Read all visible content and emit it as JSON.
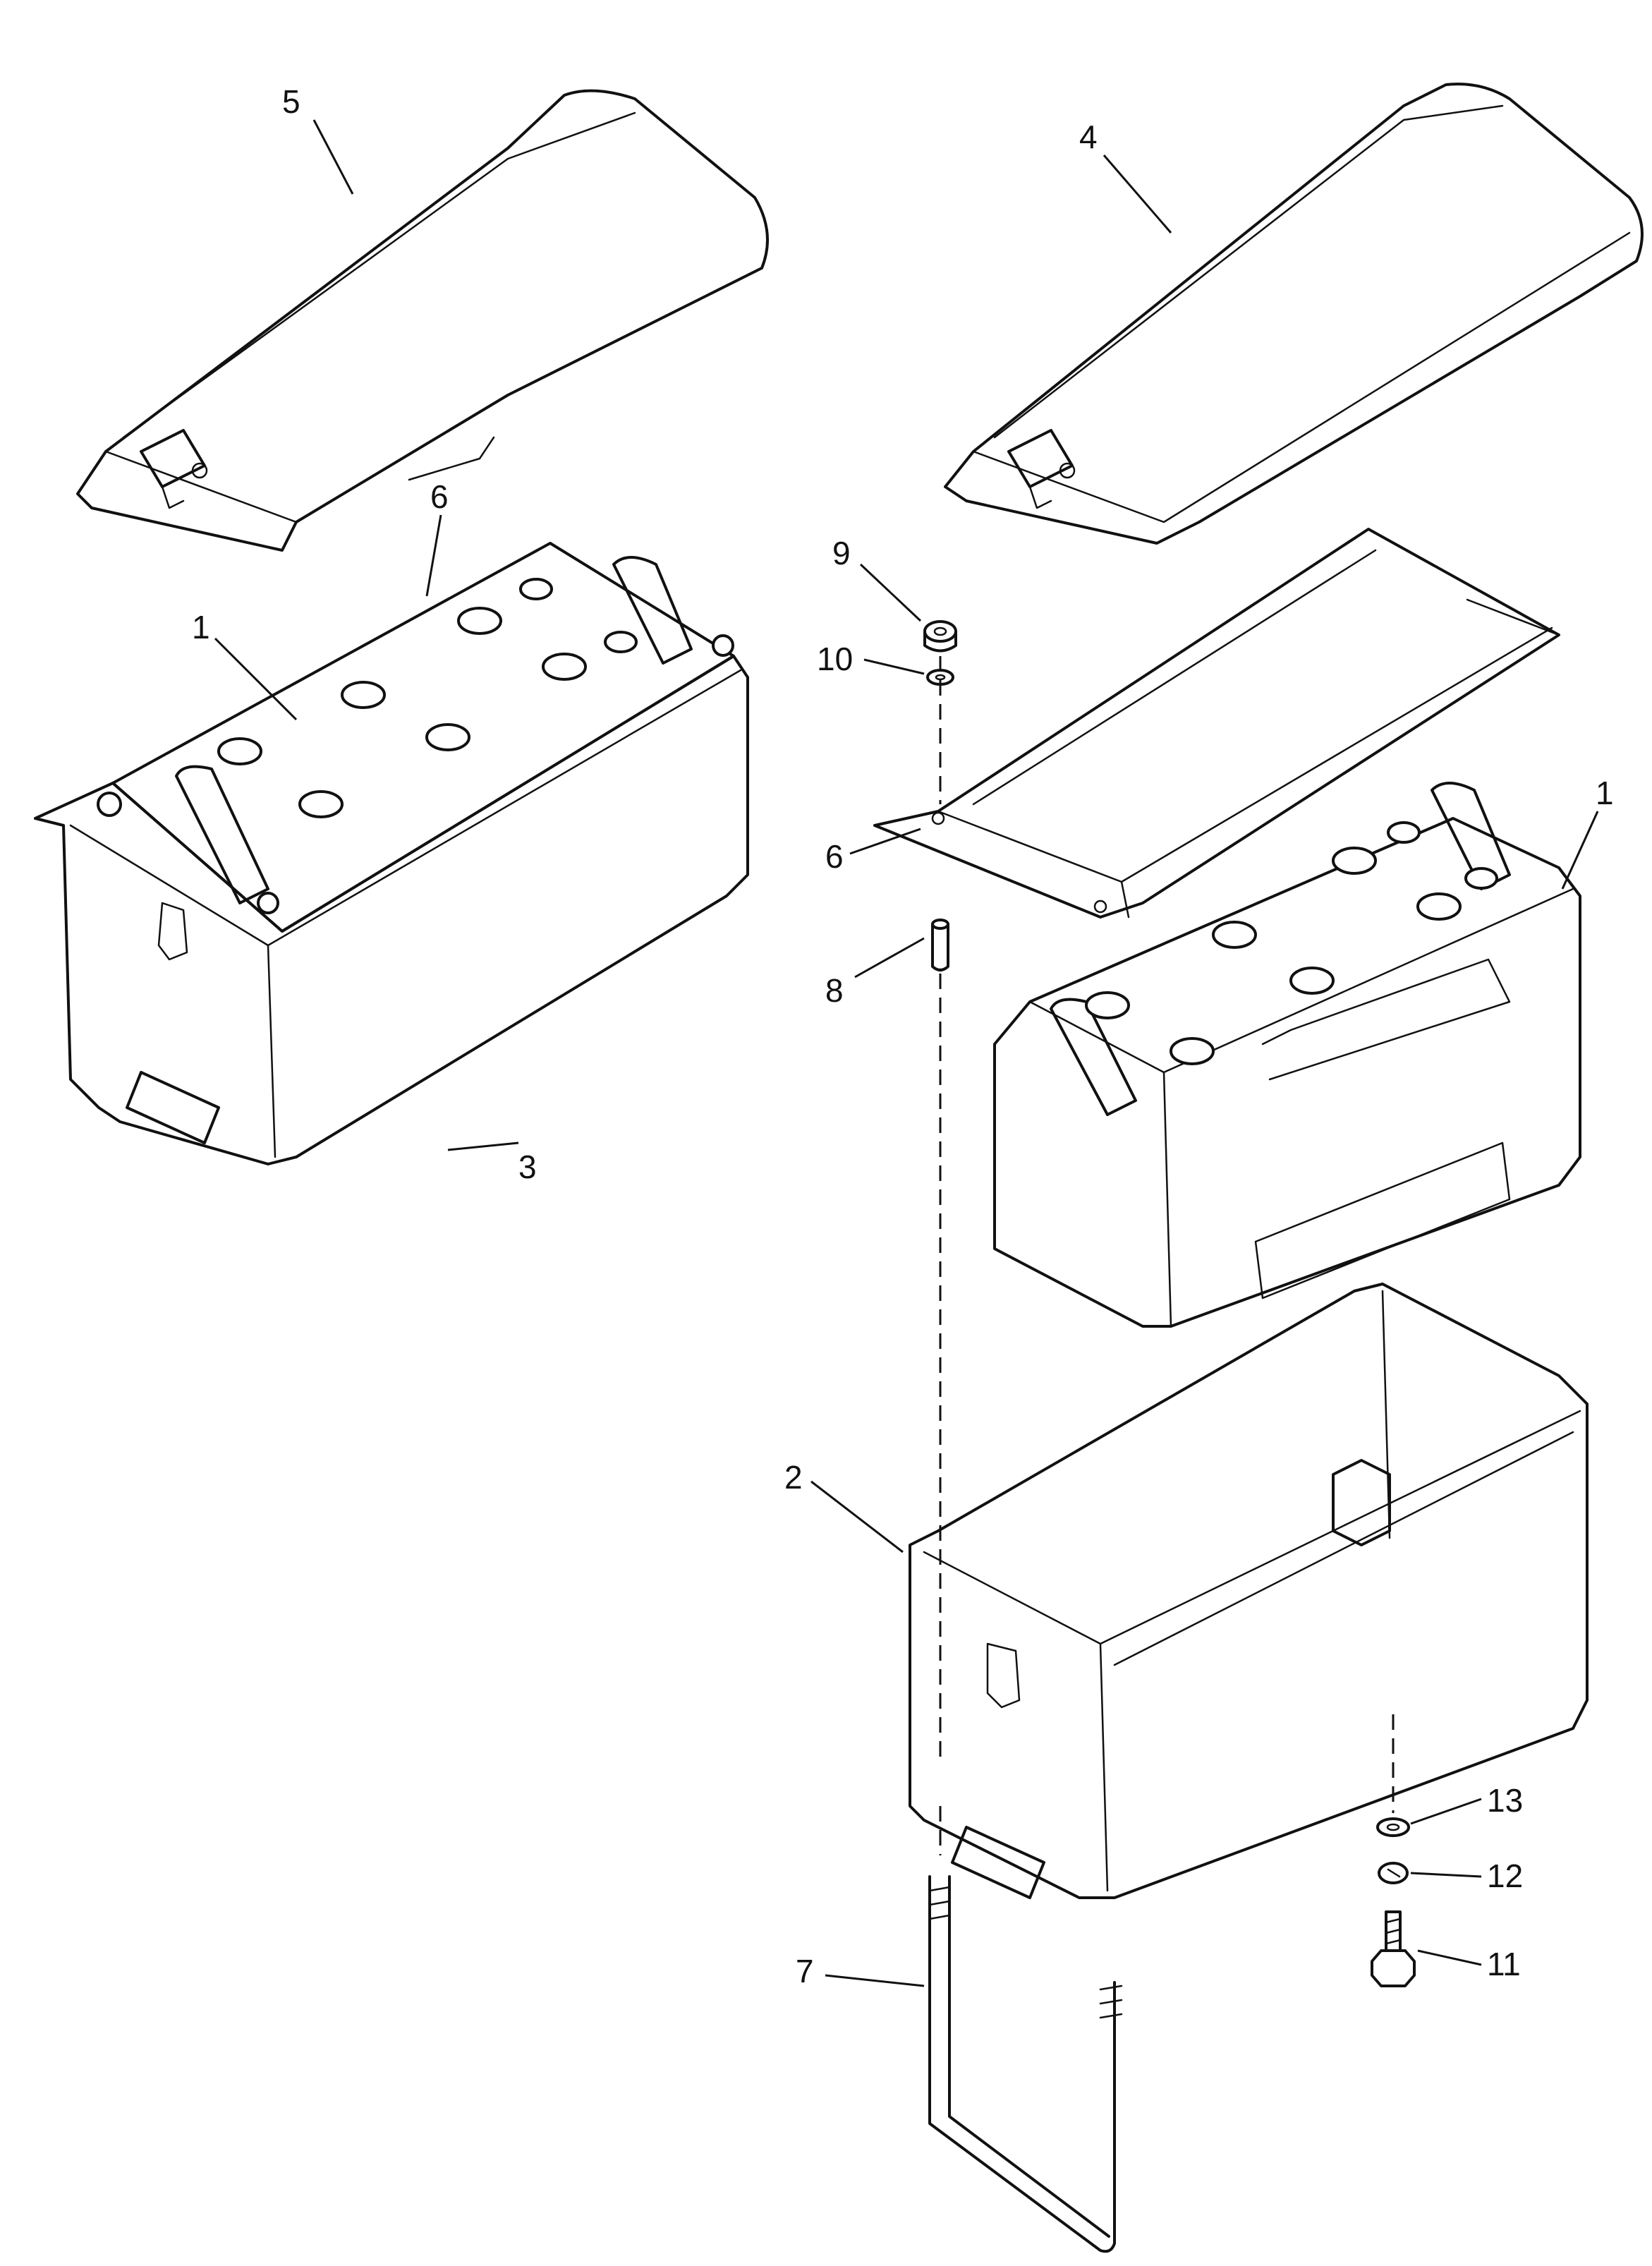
{
  "callouts": [
    {
      "id": "c5",
      "label": "5"
    },
    {
      "id": "c4",
      "label": "4"
    },
    {
      "id": "c6a",
      "label": "6"
    },
    {
      "id": "c1a",
      "label": "1"
    },
    {
      "id": "c9",
      "label": "9"
    },
    {
      "id": "c10",
      "label": "10"
    },
    {
      "id": "c6b",
      "label": "6"
    },
    {
      "id": "c1b",
      "label": "1"
    },
    {
      "id": "c8",
      "label": "8"
    },
    {
      "id": "c3",
      "label": "3"
    },
    {
      "id": "c2",
      "label": "2"
    },
    {
      "id": "c13",
      "label": "13"
    },
    {
      "id": "c12",
      "label": "12"
    },
    {
      "id": "c11",
      "label": "11"
    },
    {
      "id": "c7",
      "label": "7"
    }
  ],
  "colors": {
    "line": "#111111",
    "background": "#ffffff"
  }
}
